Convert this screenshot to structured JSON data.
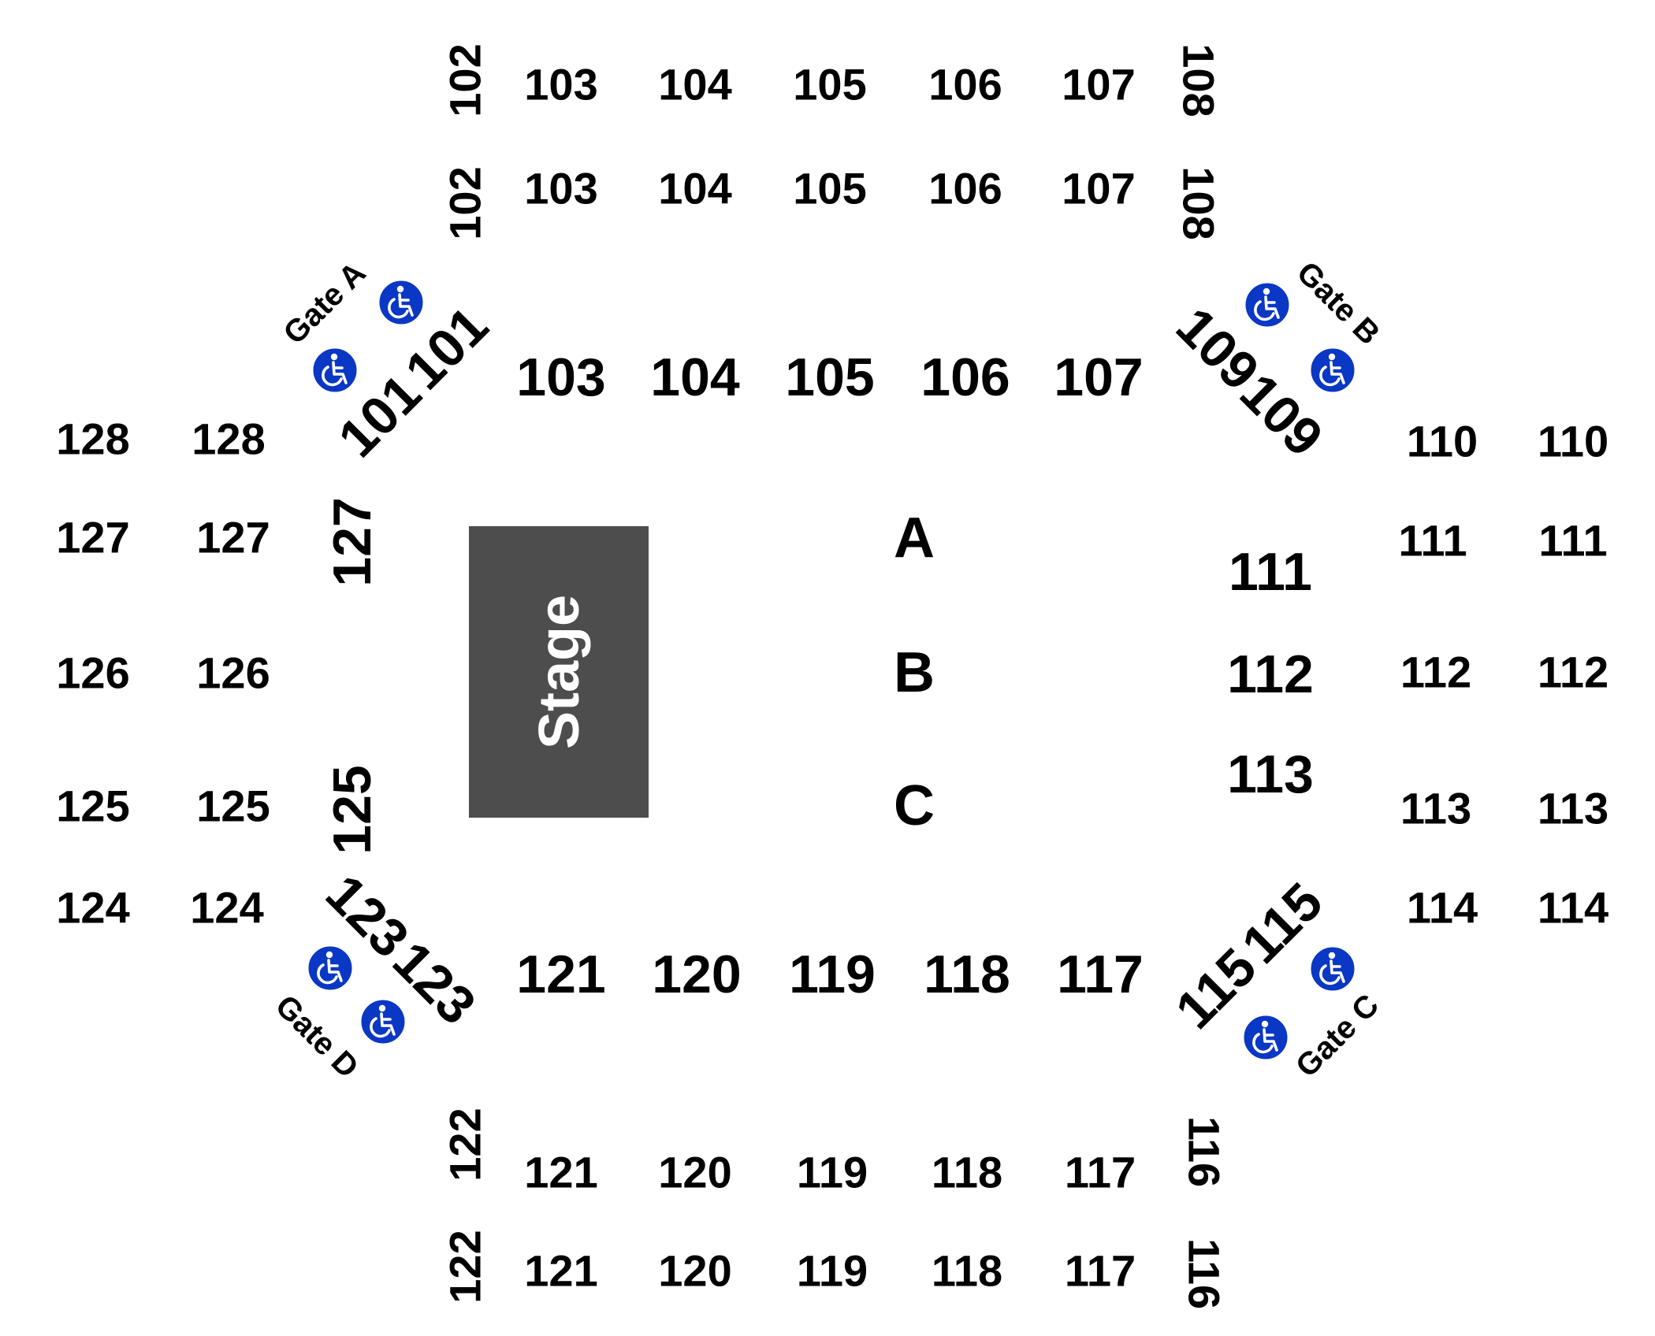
{
  "stage": {
    "label": "Stage",
    "color": "#4d4d4d"
  },
  "rows": {
    "a": "A",
    "b": "B",
    "c": "C"
  },
  "gates": {
    "a": "Gate A",
    "b": "Gate B",
    "c": "Gate C",
    "d": "Gate D"
  },
  "accessibility": {
    "icon": "wheelchair-icon",
    "color": "#0a38c4"
  },
  "sections": {
    "s101": "101",
    "s102": "102",
    "s103": "103",
    "s104": "104",
    "s105": "105",
    "s106": "106",
    "s107": "107",
    "s108": "108",
    "s109": "109",
    "s110": "110",
    "s111": "111",
    "s112": "112",
    "s113": "113",
    "s114": "114",
    "s115": "115",
    "s116": "116",
    "s117": "117",
    "s118": "118",
    "s119": "119",
    "s120": "120",
    "s121": "121",
    "s122": "122",
    "s123": "123",
    "s124": "124",
    "s125": "125",
    "s126": "126",
    "s127": "127",
    "s128": "128"
  }
}
